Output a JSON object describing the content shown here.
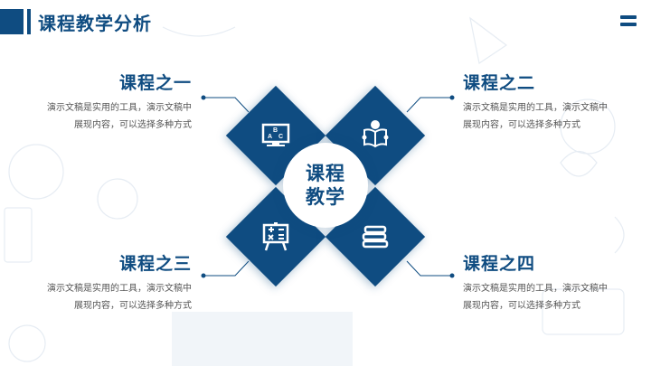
{
  "header": {
    "title": "课程教学分析",
    "menu_icon": "hamburger-menu-icon"
  },
  "center": {
    "line1": "课程",
    "line2": "教学"
  },
  "courses": [
    {
      "title": "课程之一",
      "desc_line1": "演示文稿是实用的工具，演示文稿中",
      "desc_line2": "展现内容，可以选择多种方式",
      "icon": "abc-monitor-icon"
    },
    {
      "title": "课程之二",
      "desc_line1": "演示文稿是实用的工具，演示文稿中",
      "desc_line2": "展现内容，可以选择多种方式",
      "icon": "reading-person-icon"
    },
    {
      "title": "课程之三",
      "desc_line1": "演示文稿是实用的工具，演示文稿中",
      "desc_line2": "展现内容，可以选择多种方式",
      "icon": "math-easel-icon"
    },
    {
      "title": "课程之四",
      "desc_line1": "演示文稿是实用的工具，演示文稿中",
      "desc_line2": "展现内容，可以选择多种方式",
      "icon": "book-stack-icon"
    }
  ],
  "colors": {
    "primary": "#0f4c81",
    "text": "#555555",
    "background": "#ffffff"
  }
}
